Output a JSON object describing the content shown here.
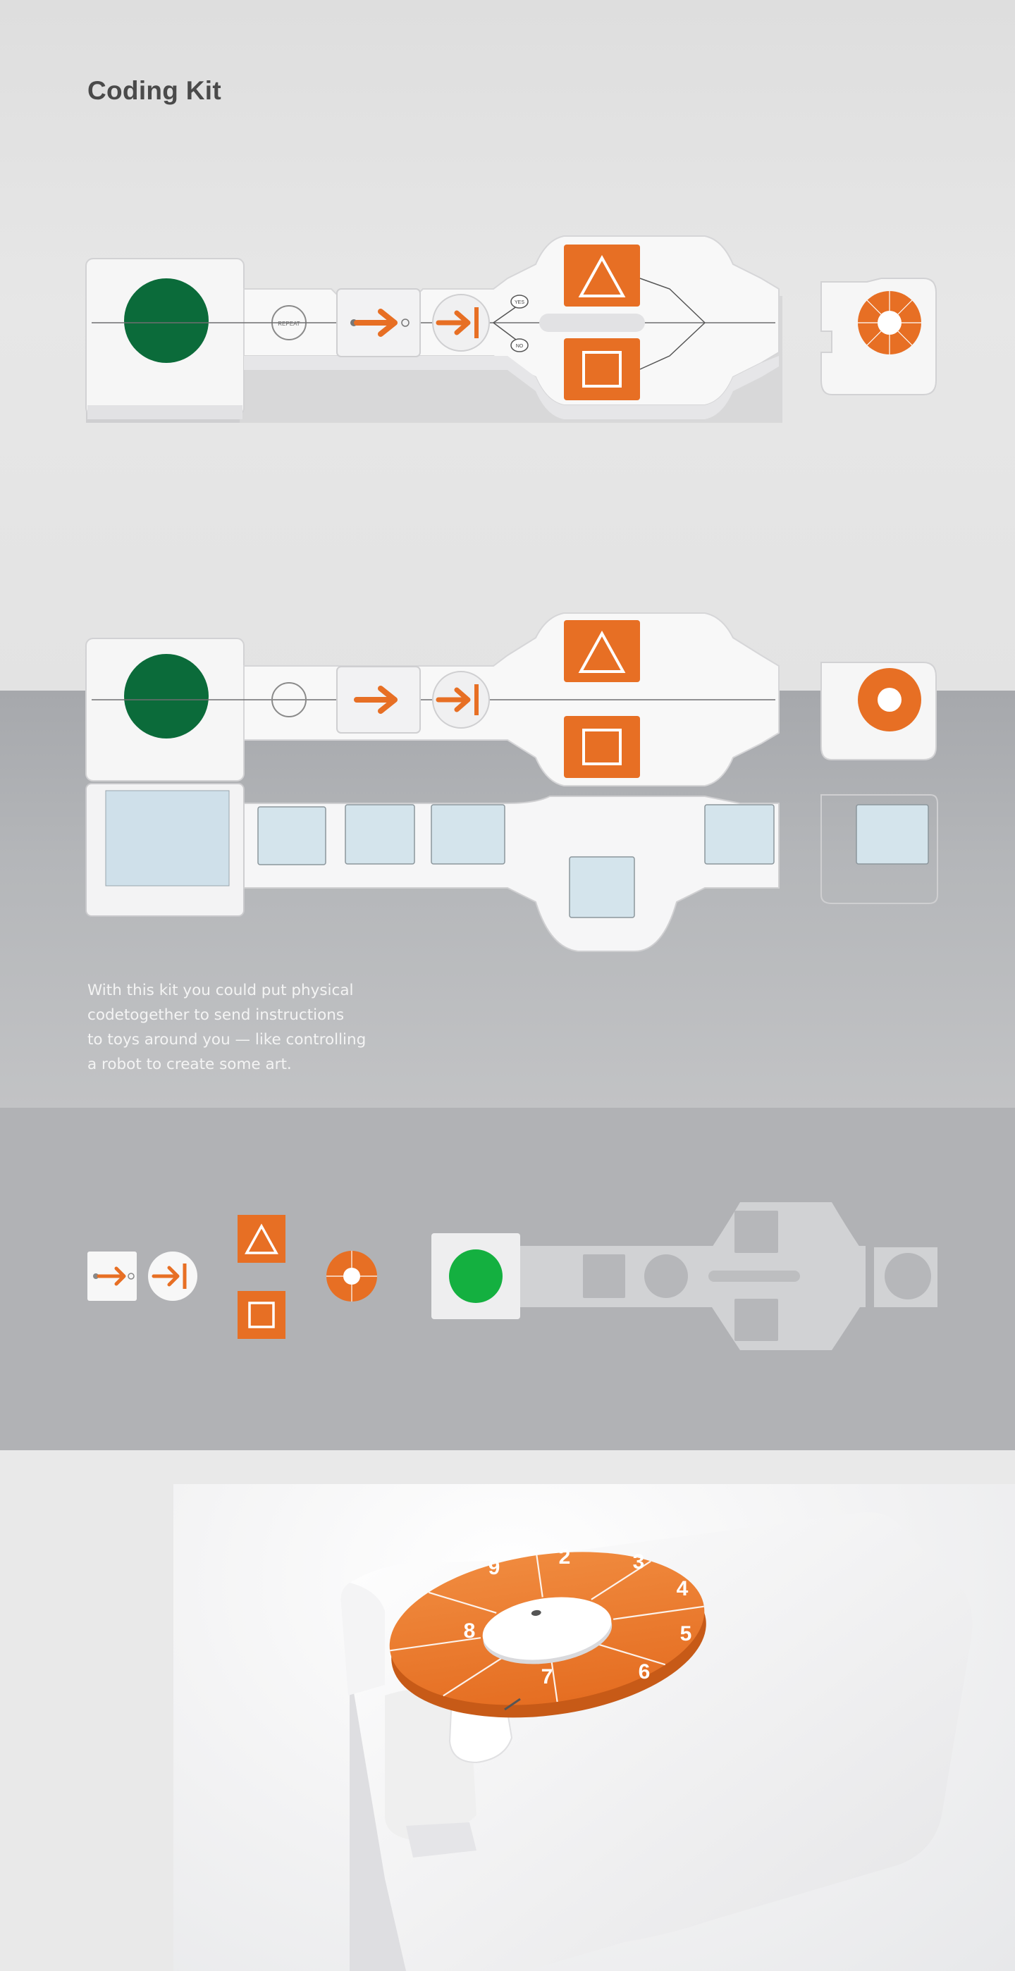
{
  "title": "Coding Kit",
  "description": {
    "lines": [
      "With this kit you could put physical",
      "codetogether to send instructions",
      "to toys around you — like controlling",
      "a robot to create some art."
    ]
  },
  "kit_labels": {
    "repeat": "REPEAT",
    "yes": "YES",
    "no": "NO"
  },
  "dial_numbers": [
    "9",
    "2",
    "3",
    "4",
    "5",
    "6",
    "7",
    "8"
  ],
  "colors": {
    "accent_orange": "#e76f24",
    "start_green": "#0b6b3a",
    "illustration_green": "#14b040",
    "module_white": "#f7f7f7"
  }
}
